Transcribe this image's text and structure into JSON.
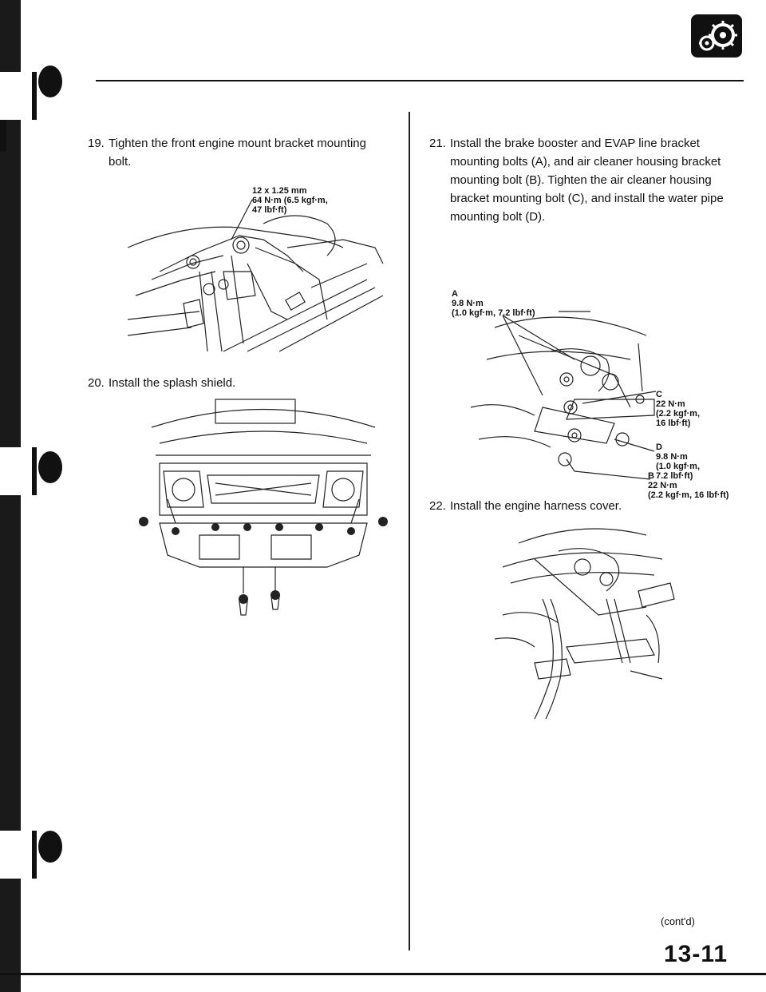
{
  "steps": {
    "s19": {
      "num": "19.",
      "text": "Tighten the front engine mount bracket mounting bolt."
    },
    "s20": {
      "num": "20.",
      "text": "Install the splash shield."
    },
    "s21": {
      "num": "21.",
      "text": "Install the brake booster and EVAP line bracket mounting bolts (A), and air cleaner housing bracket mounting bolt (B). Tighten the air cleaner housing bracket mounting bolt (C), and install the water pipe mounting bolt (D)."
    },
    "s22": {
      "num": "22.",
      "text": "Install the engine harness cover."
    }
  },
  "callouts": {
    "fig19": [
      "12 x 1.25 mm",
      "64 N·m (6.5 kgf·m,",
      "47 lbf·ft)"
    ],
    "fig21_a": [
      "A",
      "9.8 N·m",
      "(1.0 kgf·m, 7.2 lbf·ft)"
    ],
    "fig21_c": [
      "C",
      "22 N·m",
      "(2.2 kgf·m,",
      "16 lbf·ft)"
    ],
    "fig21_d": [
      "D",
      "9.8 N·m",
      "(1.0 kgf·m,",
      "7.2 lbf·ft)"
    ],
    "fig21_b": [
      "B",
      "22 N·m",
      "(2.2 kgf·m, 16 lbf·ft)"
    ]
  },
  "footer": {
    "continued": "(cont'd)",
    "page_number": "13-11"
  },
  "icons": {
    "logo": "gears-icon"
  }
}
